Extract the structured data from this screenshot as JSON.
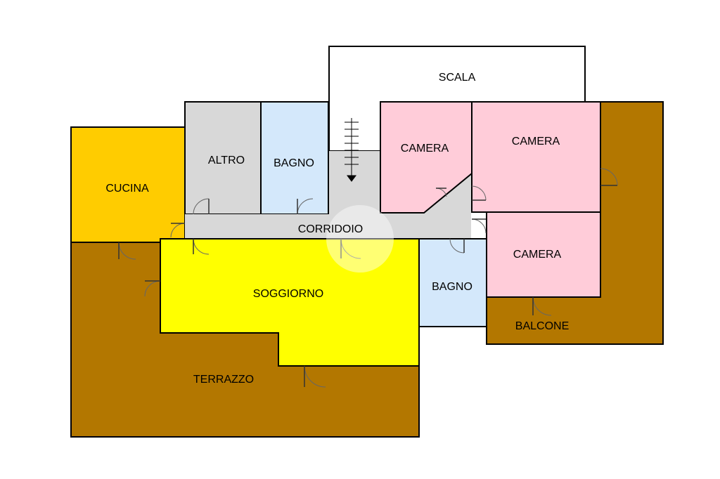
{
  "rooms": {
    "scala": "SCALA",
    "altro": "ALTRO",
    "bagno_top": "BAGNO",
    "camera_left": "CAMERA",
    "camera_right": "CAMERA",
    "cucina": "CUCINA",
    "corridoio": "CORRIDOIO",
    "soggiorno": "SOGGIORNO",
    "bagno_bottom": "BAGNO",
    "camera_bottom": "CAMERA",
    "balcone": "BALCONE",
    "terrazzo": "TERRAZZO"
  },
  "colors": {
    "outdoor": "#b37700",
    "kitchen": "#ffcc00",
    "living": "#ffff00",
    "bedroom": "#ffccd9",
    "bathroom": "#d4e8fb",
    "service": "#d8d8d8",
    "stairs": "#ffffff"
  }
}
